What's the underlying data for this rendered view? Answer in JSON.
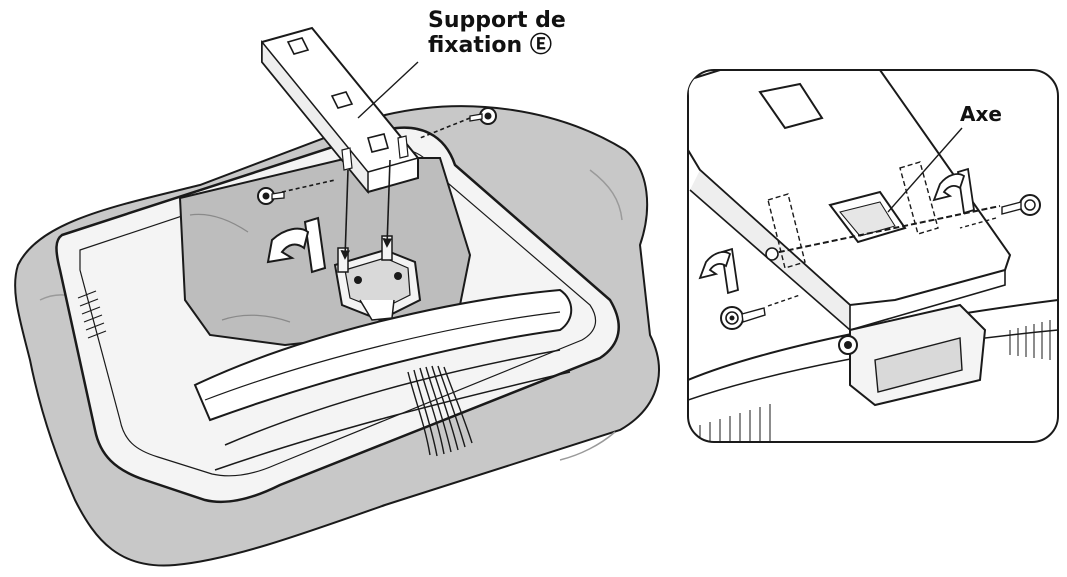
{
  "labels": {
    "support_line1": "Support de",
    "support_line2": "fixation",
    "support_mark": "Ⓔ",
    "axe": "Axe"
  },
  "colors": {
    "background": "#ffffff",
    "outline": "#1a1a1a",
    "cloth": "#c8c8c8",
    "cloth_dark": "#9a9a9a",
    "body": "#f4f4f4",
    "panel": "#bdbdbd",
    "arrow": "#444444"
  },
  "icons": [
    "screw-icon",
    "rotate-arrow-icon",
    "down-arrow-icon"
  ]
}
